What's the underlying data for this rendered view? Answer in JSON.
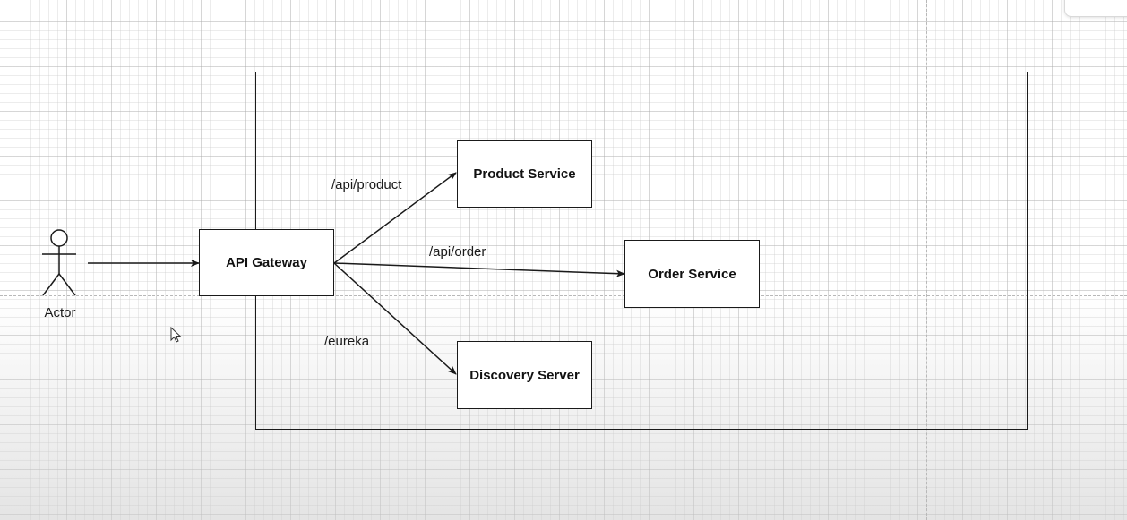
{
  "diagram": {
    "actor": {
      "label": "Actor"
    },
    "nodes": {
      "api_gateway": "API Gateway",
      "product_service": "Product Service",
      "order_service": "Order Service",
      "discovery_server": "Discovery Server"
    },
    "edges": {
      "product_route": "/api/product",
      "order_route": "/api/order",
      "eureka_route": "/eureka"
    }
  },
  "colors": {
    "stroke": "#1a1a1a",
    "node_fill": "#ffffff",
    "grid": "#c8c8c8"
  },
  "icons": [
    "actor-icon",
    "cursor-icon"
  ]
}
